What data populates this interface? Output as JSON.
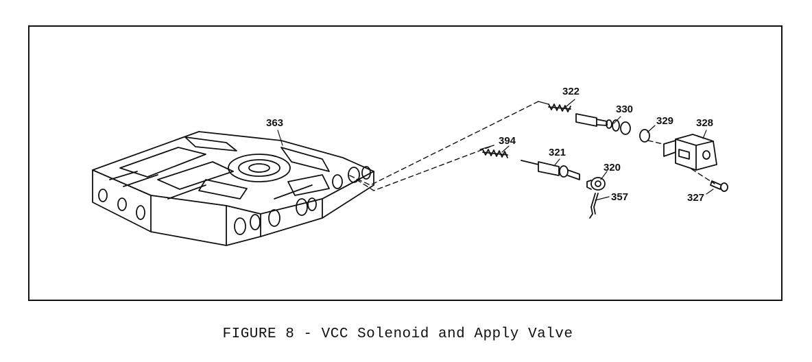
{
  "figure": {
    "caption": "FIGURE 8 - VCC Solenoid and Apply Valve",
    "colors": {
      "ink": "#111111",
      "paper": "#ffffff"
    }
  },
  "callouts": [
    {
      "id": "363",
      "label": "363",
      "part": "valve-body-casting"
    },
    {
      "id": "322",
      "label": "322",
      "part": "spring-upper"
    },
    {
      "id": "330",
      "label": "330",
      "part": "valve-upper"
    },
    {
      "id": "329",
      "label": "329",
      "part": "o-ring"
    },
    {
      "id": "328",
      "label": "328",
      "part": "solenoid"
    },
    {
      "id": "394",
      "label": "394",
      "part": "spring-lower"
    },
    {
      "id": "321",
      "label": "321",
      "part": "valve-lower"
    },
    {
      "id": "320",
      "label": "320",
      "part": "bushing"
    },
    {
      "id": "357",
      "label": "357",
      "part": "retaining-pin"
    },
    {
      "id": "327",
      "label": "327",
      "part": "bolt"
    }
  ]
}
